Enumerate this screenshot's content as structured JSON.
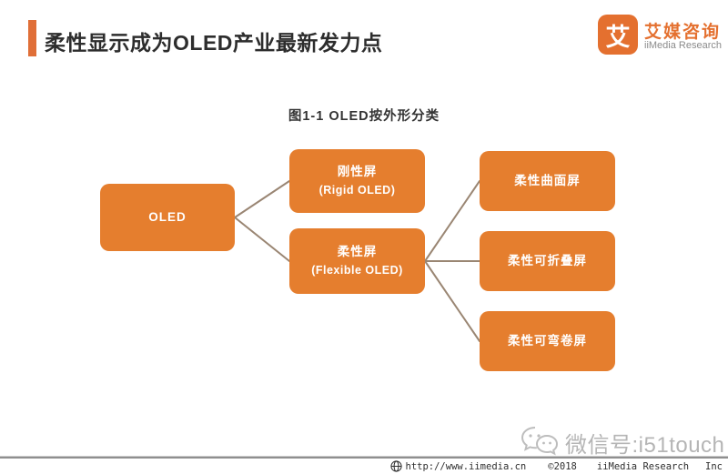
{
  "header": {
    "title": "柔性显示成为OLED产业最新发力点"
  },
  "logo": {
    "mark_glyph": "艾",
    "name_cn": "艾媒咨询",
    "name_en": "iiMedia Research"
  },
  "figure": {
    "caption": "图1-1 OLED按外形分类"
  },
  "diagram": {
    "type": "tree",
    "root": {
      "label": "OLED"
    },
    "level2": [
      {
        "label_cn": "刚性屏",
        "label_en": "(Rigid OLED)"
      },
      {
        "label_cn": "柔性屏",
        "label_en": "(Flexible OLED)"
      }
    ],
    "level3": [
      {
        "label": "柔性曲面屏"
      },
      {
        "label": "柔性可折叠屏"
      },
      {
        "label": "柔性可弯卷屏"
      }
    ],
    "edges": [
      [
        "OLED",
        "刚性屏"
      ],
      [
        "OLED",
        "柔性屏"
      ],
      [
        "柔性屏",
        "柔性曲面屏"
      ],
      [
        "柔性屏",
        "柔性可折叠屏"
      ],
      [
        "柔性屏",
        "柔性可弯卷屏"
      ]
    ]
  },
  "watermark": {
    "icon": "wechat-icon",
    "text": "微信号:i51touch"
  },
  "footer": {
    "icon": "globe-icon",
    "url": "http://www.iimedia.cn",
    "copyright": "©2018",
    "company": "iiMedia Research",
    "suffix": "Inc"
  },
  "colors": {
    "accent_orange": "#e57e2e",
    "logo_orange": "#e4702f",
    "connector_line": "#9a8673",
    "watermark_gray": "#b5b5b5",
    "footer_rule_gray": "#8f8f8f",
    "title_text": "#2d2d2d"
  }
}
